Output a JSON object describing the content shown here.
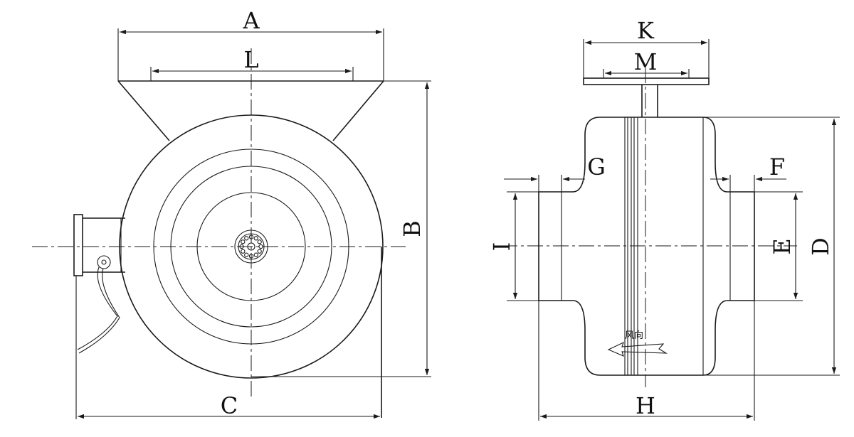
{
  "front_view": {
    "labels": {
      "A": "A",
      "L": "L",
      "B": "B",
      "C": "C"
    }
  },
  "side_view": {
    "labels": {
      "K": "K",
      "M": "M",
      "G": "G",
      "F": "F",
      "I": "I",
      "E": "E",
      "D": "D",
      "H": "H"
    },
    "airflow_text": "风向"
  },
  "colors": {
    "line": "#1a1a1a",
    "background": "#ffffff"
  }
}
